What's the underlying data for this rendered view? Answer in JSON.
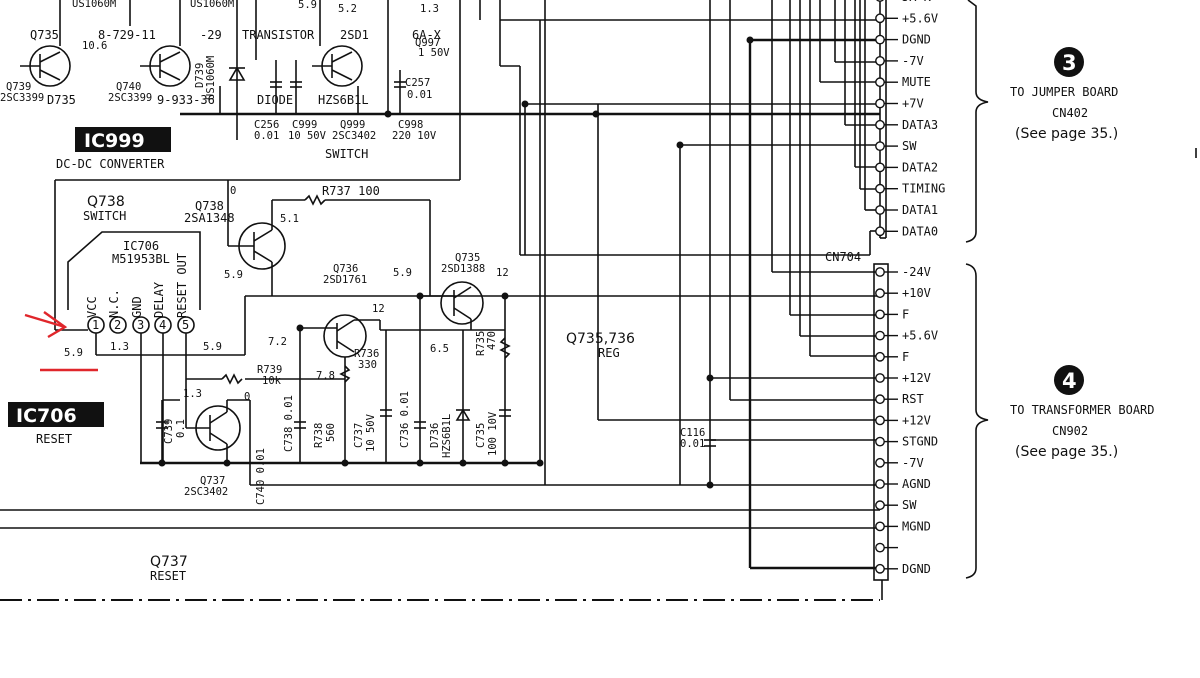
{
  "top_strip": {
    "t1": "US1060M",
    "t2": "US1060M",
    "t3": "5.9",
    "t4": "5.2",
    "t5": "1.3",
    "t6": "Q735",
    "t7": "10.6",
    "t8": "8-729-11",
    "t9": "-29",
    "t10": "TRANSISTOR",
    "t11": "2SD1",
    "t12": "6A-X",
    "t13": "Q997",
    "t14": "1 50V",
    "t15": "C257",
    "t16": "0.01",
    "q739": "Q739",
    "q739p": "2SC3399",
    "d735": "D735",
    "q740": "Q740",
    "q740p": "2SC3399",
    "n9933": "9-933-36",
    "d739": "D739",
    "d739p": "US1060M",
    "diode": "DIODE",
    "hz": "HZS6B1L"
  },
  "ic999": {
    "badge": "IC999",
    "desc": "DC-DC CONVERTER"
  },
  "switch_row": {
    "c256": "C256",
    "c256v": "0.01",
    "c999": "C999",
    "c999v": "10 50V",
    "q999": "Q999",
    "q999p": "2SC3402",
    "c998": "C998",
    "c998v": "220 10V",
    "sw": "SWITCH"
  },
  "q738_block": {
    "title": "Q738",
    "sub": "SWITCH",
    "ref": "Q738",
    "part": "2SA1348",
    "v0": "0",
    "v51": "5.1",
    "v59": "5.9",
    "r737": "R737 100"
  },
  "ic706": {
    "ref": "IC706",
    "part": "M51953BL",
    "pins": [
      "VCC",
      "N.C.",
      "GND",
      "DELAY",
      "RESET OUT"
    ],
    "nums": [
      "1",
      "2",
      "3",
      "4",
      "5"
    ],
    "v1": "5.9",
    "v13": "1.3",
    "v59b": "5.9",
    "badge": "IC706",
    "desc": "RESET"
  },
  "reg": {
    "q736": "Q736",
    "q736p": "2SD1761",
    "q735": "Q735",
    "q735p": "2SD1388",
    "v59": "5.9",
    "v12a": "12",
    "v72": "7.2",
    "v12b": "12",
    "v65": "6.5",
    "v78": "7.8",
    "r735": "R735",
    "r735v": "470",
    "r736": "R736",
    "r736v": "330",
    "title": "Q735,736",
    "sub": "REG"
  },
  "lower": {
    "r739": "R739",
    "r739v": "10k",
    "v13": "1.3",
    "v0": "0",
    "c739": "C739",
    "c739v": "0.1",
    "q737": "Q737",
    "q737p": "2SC3402",
    "c740": "C740 0.01",
    "c738": "C738 0.01",
    "r738": "R738",
    "r738v": "560",
    "c737": "C737",
    "c737v": "10 50V",
    "c736": "C736 0.01",
    "d736": "D736",
    "d736p": "HZS6B1L",
    "c735": "C735",
    "c735v": "100 10V",
    "c116": "C116",
    "c116v": "0.01",
    "q737t": "Q737",
    "q737s": "RESET"
  },
  "cn402": {
    "pins": [
      "JX-K",
      "+5.6V",
      "DGND",
      "-7V",
      "MUTE",
      "+7V",
      "DATA3",
      "SW",
      "DATA2",
      "TIMING",
      "DATA1",
      "DATA0"
    ],
    "num": "3",
    "to": "TO JUMPER BOARD",
    "cn": "CN402",
    "page": "(See page 35.)"
  },
  "cn704": {
    "label": "CN704",
    "pins": [
      "-24V",
      "+10V",
      "F",
      "+5.6V",
      "F",
      "+12V",
      "RST",
      "+12V",
      "STGND",
      "-7V",
      "AGND",
      "SW",
      "MGND",
      "",
      "DGND"
    ],
    "num": "4",
    "to": "TO TRANSFORMER BOARD",
    "cn": "CN902",
    "page": "(See page 35.)"
  }
}
